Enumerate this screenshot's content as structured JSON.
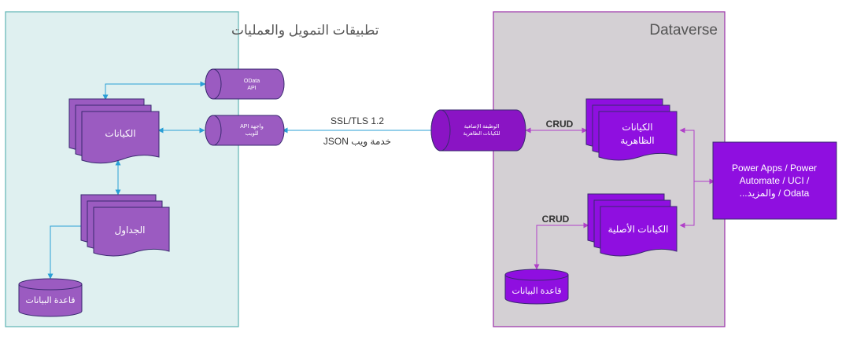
{
  "left_panel": {
    "title": "تطبيقات التمويل والعمليات"
  },
  "right_panel": {
    "title": "Dataverse"
  },
  "left_nodes": {
    "odata_api": {
      "line1": "OData",
      "line2": "API"
    },
    "web_api": {
      "line1": "واجهة API",
      "line2": "للويب"
    },
    "entities": "الكيانات",
    "tables": "الجداول",
    "database": "قاعدة البيانات"
  },
  "connection": {
    "protocol": "SSL/TLS  1.2",
    "format": "خدمة ويب JSON"
  },
  "right_nodes": {
    "plugin": {
      "line1": "الوظيفة الإضافية",
      "line2": "للكيانات الظاهرية"
    },
    "crud_top": "CRUD",
    "crud_bottom": "CRUD",
    "virtual_entities": {
      "line1": "الكيانات",
      "line2": "الظاهرية"
    },
    "native_entities": "الكيانات الأصلية",
    "database": "قاعدة البيانات"
  },
  "apps_box": {
    "line1": "Power Apps / Power",
    "line2": "Automate / UCI  /",
    "line3": "Odata / والمزيد..."
  },
  "colors": {
    "left_panel_fill": "#dff0f0",
    "left_panel_stroke": "#5fb3b3",
    "right_panel_fill": "#d4d0d4",
    "right_panel_stroke": "#9a2fa8",
    "left_shape_fill": "#9b5bc1",
    "right_shape_fill": "#8f0fe0",
    "plugin_fill": "#8a14c4",
    "left_arrow": "#2a9fd6",
    "right_arrow": "#b040c8"
  }
}
